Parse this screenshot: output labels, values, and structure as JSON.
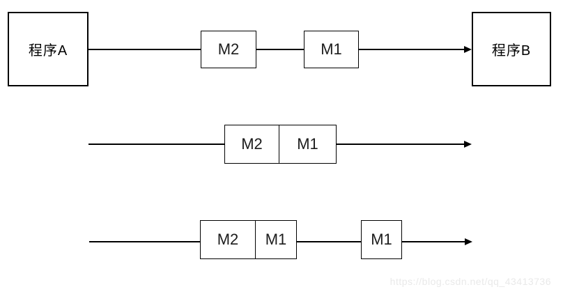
{
  "rows": [
    {
      "name": "direct-message-transfer",
      "source": "程序A",
      "target": "程序B",
      "messages": [
        "M2",
        "M1"
      ]
    },
    {
      "name": "messages-queued-together",
      "messages": [
        "M2",
        "M1"
      ]
    },
    {
      "name": "messages-queued-split",
      "messages": [
        "M2",
        "M1",
        "M1"
      ]
    }
  ],
  "watermark": "https://blog.csdn.net/qq_43413736",
  "colors": {
    "line": "#000000",
    "background": "#ffffff",
    "watermark": "#e9e9e9"
  }
}
